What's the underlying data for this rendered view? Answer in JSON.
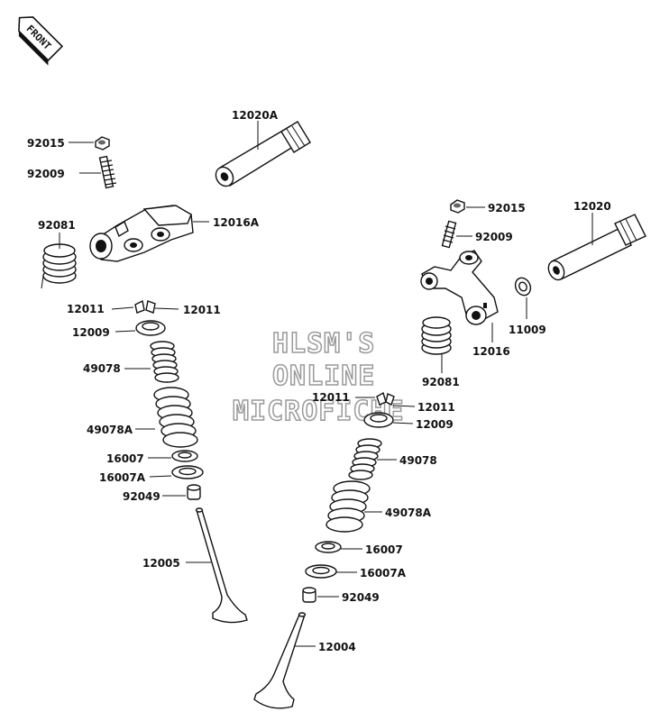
{
  "badge": {
    "text": "FRONT"
  },
  "watermark": {
    "line1": "HLSM'S",
    "line2": "ONLINE",
    "line3": "MICROFICHE"
  },
  "parts": {
    "p12020A": "12020A",
    "p92015_l": "92015",
    "p92009_l": "92009",
    "p92081_l": "92081",
    "p12016A": "12016A",
    "p12011_l1": "12011",
    "p12011_l2": "12011",
    "p12009_l": "12009",
    "p49078_l": "49078",
    "p49078A_l": "49078A",
    "p16007_l": "16007",
    "p16007A_l": "16007A",
    "p92049_l": "92049",
    "p12005": "12005",
    "p92015_r": "92015",
    "p12020": "12020",
    "p92009_r": "92009",
    "p11009": "11009",
    "p12016": "12016",
    "p92081_r": "92081",
    "p12011_r1": "12011",
    "p12011_r2": "12011",
    "p12009_r": "12009",
    "p49078_r": "49078",
    "p49078A_r": "49078A",
    "p16007_r": "16007",
    "p16007A_r": "16007A",
    "p92049_r": "92049",
    "p12004": "12004"
  }
}
